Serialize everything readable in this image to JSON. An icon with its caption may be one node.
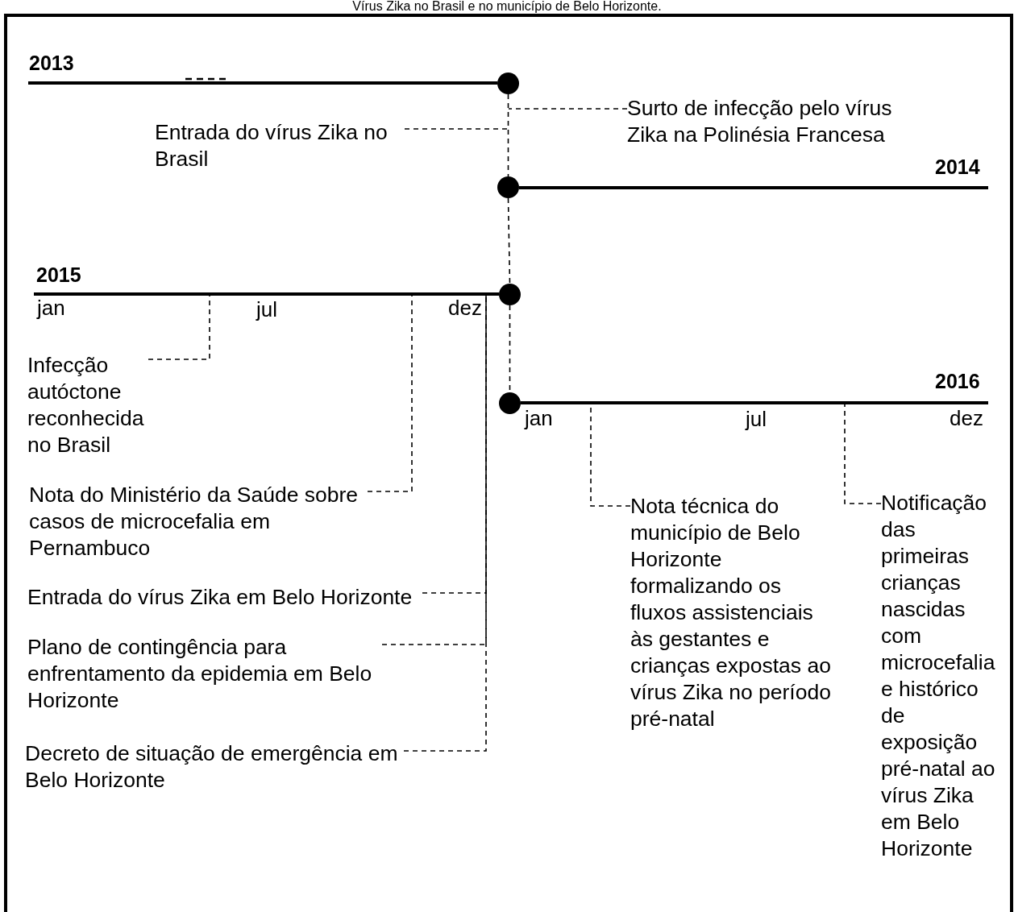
{
  "diagram": {
    "title": "Vírus Zika no Brasil e no município de Belo Horizonte.",
    "nodes": [
      {
        "text": [],
        "shape": "bar",
        "beside": [
          "2013"
        ]
      },
      {
        "text": [],
        "shape": "circle"
      },
      {
        "text": [
          "Surto de infecção pelo vírus Zika na Polinésia Francesa"
        ]
      },
      {
        "text": [
          "Entrada do vírus Zika no Brasil"
        ]
      },
      {
        "text": [],
        "shape": "circle"
      },
      {
        "text": [],
        "shape": "bar",
        "beside": [
          "2014"
        ]
      },
      {
        "text": [],
        "shape": "bar",
        "beside": [
          "2015",
          "jan",
          "jul",
          "dez"
        ]
      },
      {
        "text": [],
        "shape": "circle"
      },
      {
        "text": [],
        "shape": "circle"
      },
      {
        "text": [],
        "shape": "bar",
        "beside": [
          "2016",
          "jan",
          "jul",
          "dez"
        ]
      },
      {
        "text": [
          "Infecção autóctone reconhecida no Brasil"
        ]
      },
      {
        "text": [
          "Nota do Ministério da Saúde sobre casos de microcefalia em Pernambuco"
        ]
      },
      {
        "text": [
          "Entrada do vírus Zika em Belo Horizonte"
        ]
      },
      {
        "text": [
          "Plano de contingência para enfrentamento da epidemia em Belo Horizonte"
        ]
      },
      {
        "text": [
          "Decreto de situação de emergência em Belo Horizonte"
        ]
      },
      {
        "text": [
          "Nota técnica do município de Belo Horizonte formalizando os fluxos assistenciais às gestantes e crianças expostas ao vírus Zika no período pré-natal"
        ]
      },
      {
        "text": [
          "Notificação das primeiras crianças nascidas com microcefalia e histórico de exposição pré-natal ao vírus Zika em Belo Horizonte"
        ]
      }
    ],
    "edges": [
      {
        "from": 1,
        "to": 4,
        "arrow": "none",
        "style": "dashed"
      },
      {
        "from": 4,
        "to": 7,
        "arrow": "none",
        "style": "dashed"
      },
      {
        "from": 7,
        "to": 8,
        "arrow": "none",
        "style": "dashed"
      },
      {
        "from": 2,
        "to": null,
        "arrow": "none",
        "style": "dashed"
      },
      {
        "from": 3,
        "to": null,
        "arrow": "none",
        "style": "dashed"
      },
      {
        "from": 10,
        "to": 6,
        "arrow": "none",
        "style": "dashed"
      },
      {
        "from": 11,
        "to": 6,
        "arrow": "none",
        "style": "dashed"
      },
      {
        "from": 12,
        "to": 6,
        "arrow": "none",
        "style": "dashed"
      },
      {
        "from": 13,
        "to": 6,
        "arrow": "none",
        "style": "dashed"
      },
      {
        "from": 14,
        "to": 6,
        "arrow": "none",
        "style": "dashed"
      },
      {
        "from": 15,
        "to": 9,
        "arrow": "none",
        "style": "dashed"
      },
      {
        "from": 16,
        "to": 9,
        "arrow": "none",
        "style": "dashed"
      }
    ]
  }
}
